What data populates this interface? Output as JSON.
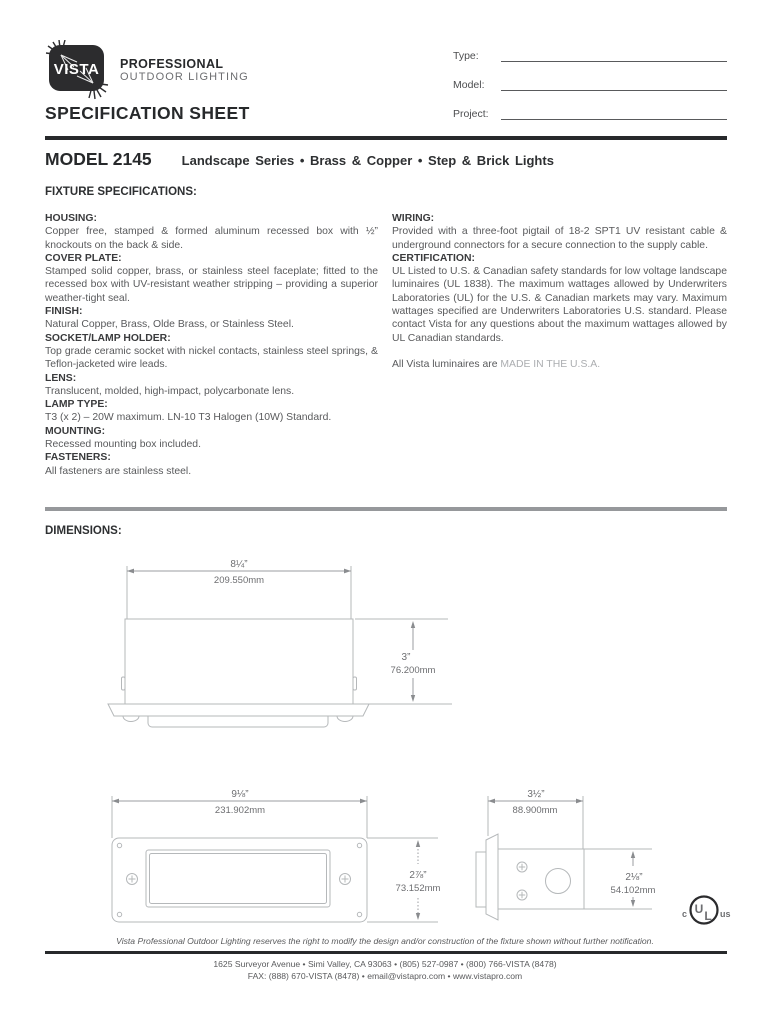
{
  "brand": {
    "logo_text": "VISTA",
    "line1": "PROFESSIONAL",
    "line2": "OUTDOOR LIGHTING"
  },
  "header_fields": [
    {
      "label": "Type:"
    },
    {
      "label": "Model:"
    },
    {
      "label": "Project:"
    }
  ],
  "sheet_title": "SPECIFICATION SHEET",
  "model": {
    "name": "MODEL 2145",
    "subtitle": "Landscape Series • Brass & Copper • Step & Brick Lights"
  },
  "fixture_specs_title": "FIXTURE SPECIFICATIONS:",
  "specs_left": [
    {
      "heading": "HOUSING:",
      "body": "Copper free, stamped & formed aluminum recessed box with ½” knockouts on the back & side."
    },
    {
      "heading": "COVER PLATE:",
      "body": "Stamped solid copper, brass, or stainless steel faceplate; fitted to the recessed box with UV-resistant weather stripping – providing a superior weather-tight seal."
    },
    {
      "heading": "FINISH:",
      "body": "Natural Copper, Brass, Olde Brass, or Stainless Steel."
    },
    {
      "heading": "SOCKET/LAMP HOLDER:",
      "body": "Top grade ceramic socket with nickel contacts, stainless steel springs, & Teflon-jacketed wire leads."
    },
    {
      "heading": "LENS:",
      "body": "Translucent, molded, high-impact, polycarbonate lens."
    },
    {
      "heading": "LAMP TYPE:",
      "body": "T3 (x 2) – 20W maximum. LN-10 T3 Halogen (10W) Standard."
    },
    {
      "heading": "MOUNTING:",
      "body": "Recessed mounting box included."
    },
    {
      "heading": "FASTENERS:",
      "body": "All fasteners are stainless steel."
    }
  ],
  "specs_right": [
    {
      "heading": "WIRING:",
      "body": "Provided with a three-foot pigtail of 18-2 SPT1 UV resistant cable & underground connectors for a secure connection to the supply cable."
    },
    {
      "heading": "CERTIFICATION:",
      "body": "UL Listed to U.S. & Canadian safety standards for low voltage landscape luminaires (UL 1838). The maximum wattages allowed by Underwriters Laboratories (UL) for the U.S. & Canadian markets may vary. Maximum wattages specified are Underwriters Laboratories U.S. standard. Please contact Vista for any questions about the maximum wattages allowed by UL Canadian standards."
    }
  ],
  "made_in": {
    "prefix": "All Vista luminaires are ",
    "highlight": "MADE IN THE U.S.A."
  },
  "dimensions_title": "DIMENSIONS:",
  "dims": {
    "d1w_in": "8¼”",
    "d1w_mm": "209.550mm",
    "d1h_in": "3”",
    "d1h_mm": "76.200mm",
    "d2w_in": "9⅛”",
    "d2w_mm": "231.902mm",
    "d2h_in": "2⅞”",
    "d2h_mm": "73.152mm",
    "d3w_in": "3½”",
    "d3w_mm": "88.900mm",
    "d3h_in": "2⅛”",
    "d3h_mm": "54.102mm"
  },
  "ul_mark": {
    "c": "c",
    "u": "U",
    "l": "L",
    "us": "us"
  },
  "footer": {
    "notice": "Vista Professional Outdoor Lighting reserves the right to modify the design and/or construction of the fixture shown without further notification.",
    "address": "1625 Surveyor Avenue • Simi Valley, CA 93063 • (805) 527-0987 • (800) 766-VISTA (8478)",
    "contact": "FAX: (888) 670-VISTA (8478) • email@vistapro.com • www.vistapro.com"
  }
}
